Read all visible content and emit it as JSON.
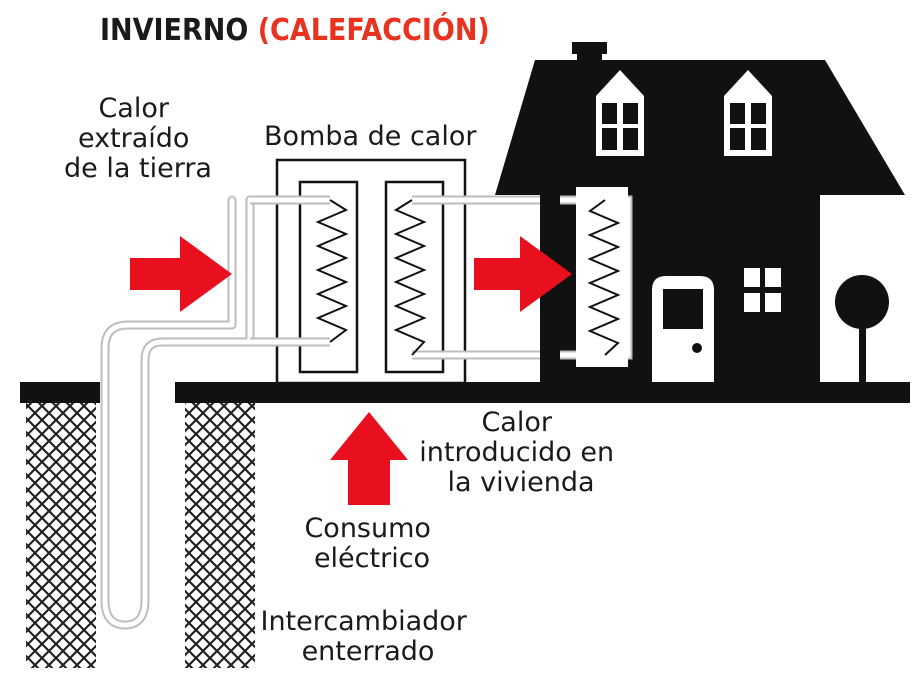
{
  "title": {
    "main": "INVIERNO",
    "accent": "(CALEFACCIÓN)",
    "accent_color": "#e8331f"
  },
  "labels": {
    "heat_extracted": [
      "Calor",
      "extraído",
      "de la tierra"
    ],
    "heat_pump": "Bomba de calor",
    "heat_introduced": [
      "Calor",
      "introducido en",
      "la vivienda"
    ],
    "electric_consumption": [
      "Consumo",
      "eléctrico"
    ],
    "buried_exchanger": [
      "Intercambiador",
      "enterrado"
    ]
  },
  "colors": {
    "arrow": "#e8101f",
    "house": "#111111",
    "pipe": "#bdbdbd",
    "ground": "#111111"
  },
  "icons": [
    "arrow-right-icon",
    "arrow-up-icon",
    "house-icon",
    "tree-icon",
    "heat-coil-icon"
  ]
}
